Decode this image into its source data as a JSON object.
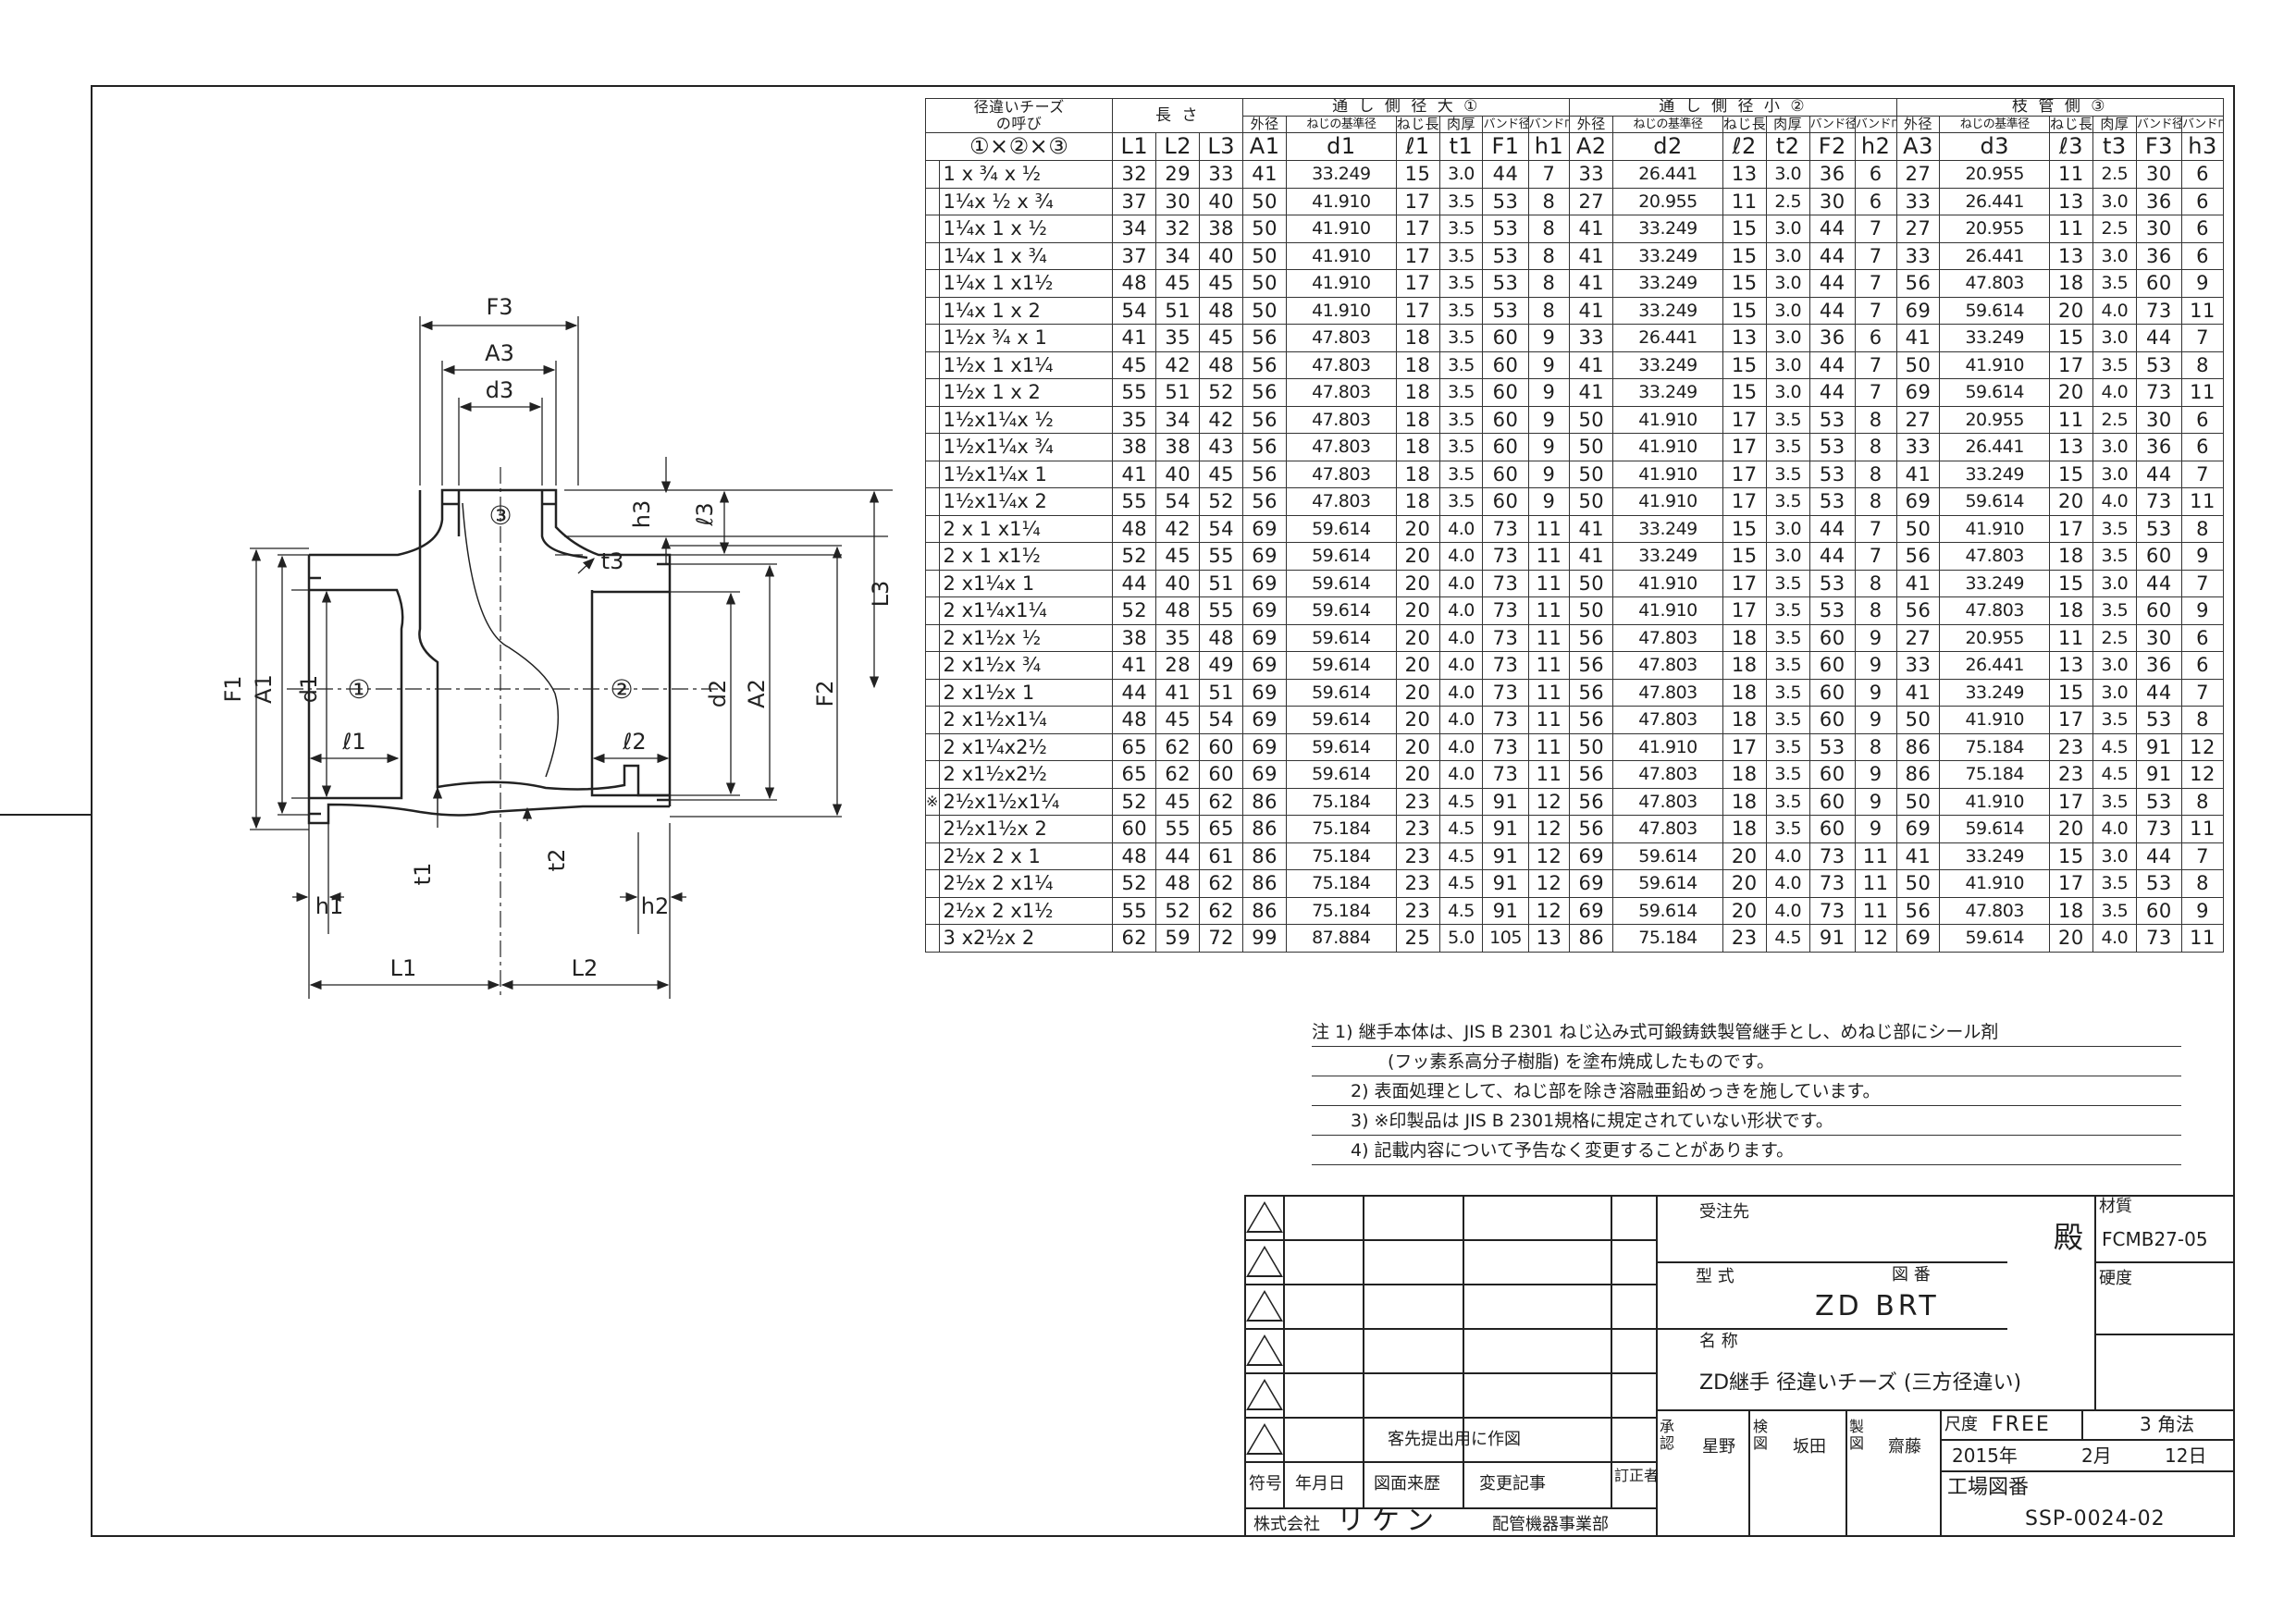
{
  "drawing": {
    "dims": {
      "F3": "F3",
      "A3": "A3",
      "d3": "d3",
      "h3": "h3",
      "l3": "ℓ3",
      "t3": "t3",
      "L3": "L3",
      "F1": "F1",
      "A1": "A1",
      "d1": "d1",
      "l1": "ℓ1",
      "F2": "F2",
      "A2": "A2",
      "d2": "d2",
      "l2": "ℓ2",
      "t1": "t1",
      "t2": "t2",
      "h1": "h1",
      "h2": "h2",
      "L1": "L1",
      "L2": "L2"
    },
    "ports": {
      "p1": "①",
      "p2": "②",
      "p3": "③"
    }
  },
  "table": {
    "head": {
      "name_col": [
        "径違いチーズ",
        "の呼び"
      ],
      "length": "長 さ",
      "group1": "通 し 側 径 大  ①",
      "group2": "通 し 側 径 小  ②",
      "group3": "枝 管 側  ③",
      "sub": [
        "外径",
        "ねじの基準径",
        "ねじ長さ",
        "肉厚",
        "バンド径",
        "バンド巾"
      ],
      "cols": [
        "①×②×③",
        "L1",
        "L2",
        "L3",
        "A1",
        "d1",
        "ℓ1",
        "t1",
        "F1",
        "h1",
        "A2",
        "d2",
        "ℓ2",
        "t2",
        "F2",
        "h2",
        "A3",
        "d3",
        "ℓ3",
        "t3",
        "F3",
        "h3"
      ]
    },
    "rows": [
      [
        "",
        "1 x ¾ x ½",
        "32",
        "29",
        "33",
        "41",
        "33.249",
        "15",
        "3.0",
        "44",
        "7",
        "33",
        "26.441",
        "13",
        "3.0",
        "36",
        "6",
        "27",
        "20.955",
        "11",
        "2.5",
        "30",
        "6"
      ],
      [
        "",
        "1¼x ½ x ¾",
        "37",
        "30",
        "40",
        "50",
        "41.910",
        "17",
        "3.5",
        "53",
        "8",
        "27",
        "20.955",
        "11",
        "2.5",
        "30",
        "6",
        "33",
        "26.441",
        "13",
        "3.0",
        "36",
        "6"
      ],
      [
        "",
        "1¼x 1 x ½",
        "34",
        "32",
        "38",
        "50",
        "41.910",
        "17",
        "3.5",
        "53",
        "8",
        "41",
        "33.249",
        "15",
        "3.0",
        "44",
        "7",
        "27",
        "20.955",
        "11",
        "2.5",
        "30",
        "6"
      ],
      [
        "",
        "1¼x 1 x ¾",
        "37",
        "34",
        "40",
        "50",
        "41.910",
        "17",
        "3.5",
        "53",
        "8",
        "41",
        "33.249",
        "15",
        "3.0",
        "44",
        "7",
        "33",
        "26.441",
        "13",
        "3.0",
        "36",
        "6"
      ],
      [
        "",
        "1¼x 1 x1½",
        "48",
        "45",
        "45",
        "50",
        "41.910",
        "17",
        "3.5",
        "53",
        "8",
        "41",
        "33.249",
        "15",
        "3.0",
        "44",
        "7",
        "56",
        "47.803",
        "18",
        "3.5",
        "60",
        "9"
      ],
      [
        "",
        "1¼x 1 x 2",
        "54",
        "51",
        "48",
        "50",
        "41.910",
        "17",
        "3.5",
        "53",
        "8",
        "41",
        "33.249",
        "15",
        "3.0",
        "44",
        "7",
        "69",
        "59.614",
        "20",
        "4.0",
        "73",
        "11"
      ],
      [
        "",
        "1½x ¾ x 1",
        "41",
        "35",
        "45",
        "56",
        "47.803",
        "18",
        "3.5",
        "60",
        "9",
        "33",
        "26.441",
        "13",
        "3.0",
        "36",
        "6",
        "41",
        "33.249",
        "15",
        "3.0",
        "44",
        "7"
      ],
      [
        "",
        "1½x 1 x1¼",
        "45",
        "42",
        "48",
        "56",
        "47.803",
        "18",
        "3.5",
        "60",
        "9",
        "41",
        "33.249",
        "15",
        "3.0",
        "44",
        "7",
        "50",
        "41.910",
        "17",
        "3.5",
        "53",
        "8"
      ],
      [
        "",
        "1½x 1 x 2",
        "55",
        "51",
        "52",
        "56",
        "47.803",
        "18",
        "3.5",
        "60",
        "9",
        "41",
        "33.249",
        "15",
        "3.0",
        "44",
        "7",
        "69",
        "59.614",
        "20",
        "4.0",
        "73",
        "11"
      ],
      [
        "",
        "1½x1¼x ½",
        "35",
        "34",
        "42",
        "56",
        "47.803",
        "18",
        "3.5",
        "60",
        "9",
        "50",
        "41.910",
        "17",
        "3.5",
        "53",
        "8",
        "27",
        "20.955",
        "11",
        "2.5",
        "30",
        "6"
      ],
      [
        "",
        "1½x1¼x ¾",
        "38",
        "38",
        "43",
        "56",
        "47.803",
        "18",
        "3.5",
        "60",
        "9",
        "50",
        "41.910",
        "17",
        "3.5",
        "53",
        "8",
        "33",
        "26.441",
        "13",
        "3.0",
        "36",
        "6"
      ],
      [
        "",
        "1½x1¼x 1",
        "41",
        "40",
        "45",
        "56",
        "47.803",
        "18",
        "3.5",
        "60",
        "9",
        "50",
        "41.910",
        "17",
        "3.5",
        "53",
        "8",
        "41",
        "33.249",
        "15",
        "3.0",
        "44",
        "7"
      ],
      [
        "",
        "1½x1¼x 2",
        "55",
        "54",
        "52",
        "56",
        "47.803",
        "18",
        "3.5",
        "60",
        "9",
        "50",
        "41.910",
        "17",
        "3.5",
        "53",
        "8",
        "69",
        "59.614",
        "20",
        "4.0",
        "73",
        "11"
      ],
      [
        "",
        "2 x 1 x1¼",
        "48",
        "42",
        "54",
        "69",
        "59.614",
        "20",
        "4.0",
        "73",
        "11",
        "41",
        "33.249",
        "15",
        "3.0",
        "44",
        "7",
        "50",
        "41.910",
        "17",
        "3.5",
        "53",
        "8"
      ],
      [
        "",
        "2 x 1 x1½",
        "52",
        "45",
        "55",
        "69",
        "59.614",
        "20",
        "4.0",
        "73",
        "11",
        "41",
        "33.249",
        "15",
        "3.0",
        "44",
        "7",
        "56",
        "47.803",
        "18",
        "3.5",
        "60",
        "9"
      ],
      [
        "",
        "2 x1¼x 1",
        "44",
        "40",
        "51",
        "69",
        "59.614",
        "20",
        "4.0",
        "73",
        "11",
        "50",
        "41.910",
        "17",
        "3.5",
        "53",
        "8",
        "41",
        "33.249",
        "15",
        "3.0",
        "44",
        "7"
      ],
      [
        "",
        "2 x1¼x1¼",
        "52",
        "48",
        "55",
        "69",
        "59.614",
        "20",
        "4.0",
        "73",
        "11",
        "50",
        "41.910",
        "17",
        "3.5",
        "53",
        "8",
        "56",
        "47.803",
        "18",
        "3.5",
        "60",
        "9"
      ],
      [
        "",
        "2 x1½x ½",
        "38",
        "35",
        "48",
        "69",
        "59.614",
        "20",
        "4.0",
        "73",
        "11",
        "56",
        "47.803",
        "18",
        "3.5",
        "60",
        "9",
        "27",
        "20.955",
        "11",
        "2.5",
        "30",
        "6"
      ],
      [
        "",
        "2 x1½x ¾",
        "41",
        "28",
        "49",
        "69",
        "59.614",
        "20",
        "4.0",
        "73",
        "11",
        "56",
        "47.803",
        "18",
        "3.5",
        "60",
        "9",
        "33",
        "26.441",
        "13",
        "3.0",
        "36",
        "6"
      ],
      [
        "",
        "2 x1½x 1",
        "44",
        "41",
        "51",
        "69",
        "59.614",
        "20",
        "4.0",
        "73",
        "11",
        "56",
        "47.803",
        "18",
        "3.5",
        "60",
        "9",
        "41",
        "33.249",
        "15",
        "3.0",
        "44",
        "7"
      ],
      [
        "",
        "2 x1½x1¼",
        "48",
        "45",
        "54",
        "69",
        "59.614",
        "20",
        "4.0",
        "73",
        "11",
        "56",
        "47.803",
        "18",
        "3.5",
        "60",
        "9",
        "50",
        "41.910",
        "17",
        "3.5",
        "53",
        "8"
      ],
      [
        "",
        "2 x1¼x2½",
        "65",
        "62",
        "60",
        "69",
        "59.614",
        "20",
        "4.0",
        "73",
        "11",
        "50",
        "41.910",
        "17",
        "3.5",
        "53",
        "8",
        "86",
        "75.184",
        "23",
        "4.5",
        "91",
        "12"
      ],
      [
        "",
        "2 x1½x2½",
        "65",
        "62",
        "60",
        "69",
        "59.614",
        "20",
        "4.0",
        "73",
        "11",
        "56",
        "47.803",
        "18",
        "3.5",
        "60",
        "9",
        "86",
        "75.184",
        "23",
        "4.5",
        "91",
        "12"
      ],
      [
        "※",
        "2½x1½x1¼",
        "52",
        "45",
        "62",
        "86",
        "75.184",
        "23",
        "4.5",
        "91",
        "12",
        "56",
        "47.803",
        "18",
        "3.5",
        "60",
        "9",
        "50",
        "41.910",
        "17",
        "3.5",
        "53",
        "8"
      ],
      [
        "",
        "2½x1½x 2",
        "60",
        "55",
        "65",
        "86",
        "75.184",
        "23",
        "4.5",
        "91",
        "12",
        "56",
        "47.803",
        "18",
        "3.5",
        "60",
        "9",
        "69",
        "59.614",
        "20",
        "4.0",
        "73",
        "11"
      ],
      [
        "",
        "2½x 2 x 1",
        "48",
        "44",
        "61",
        "86",
        "75.184",
        "23",
        "4.5",
        "91",
        "12",
        "69",
        "59.614",
        "20",
        "4.0",
        "73",
        "11",
        "41",
        "33.249",
        "15",
        "3.0",
        "44",
        "7"
      ],
      [
        "",
        "2½x 2 x1¼",
        "52",
        "48",
        "62",
        "86",
        "75.184",
        "23",
        "4.5",
        "91",
        "12",
        "69",
        "59.614",
        "20",
        "4.0",
        "73",
        "11",
        "50",
        "41.910",
        "17",
        "3.5",
        "53",
        "8"
      ],
      [
        "",
        "2½x 2 x1½",
        "55",
        "52",
        "62",
        "86",
        "75.184",
        "23",
        "4.5",
        "91",
        "12",
        "69",
        "59.614",
        "20",
        "4.0",
        "73",
        "11",
        "56",
        "47.803",
        "18",
        "3.5",
        "60",
        "9"
      ],
      [
        "",
        "3 x2½x 2",
        "62",
        "59",
        "72",
        "99",
        "87.884",
        "25",
        "5.0",
        "105",
        "13",
        "86",
        "75.184",
        "23",
        "4.5",
        "91",
        "12",
        "69",
        "59.614",
        "20",
        "4.0",
        "73",
        "11"
      ]
    ]
  },
  "notes": [
    "注  1) 継手本体は、JIS B 2301 ねじ込み式可鍛鋳鉄製管継手とし、めねじ部にシール剤",
    "(フッ素系高分子樹脂) を塗布焼成したものです。",
    "2) 表面処理として、ねじ部を除き溶融亜鉛めっきを施しています。",
    "3) ※印製品は JIS B 2301規格に規定されていない形状です。",
    "4) 記載内容について予告なく変更することがあります。"
  ],
  "title_block": {
    "revision_text": "客先提出用に作図",
    "rev_headers": {
      "sym": "符号",
      "date": "年月日",
      "history": "図面来歴",
      "record": "変更記事",
      "corrector": "訂正者"
    },
    "company_prefix": "株式会社",
    "company_name": "リケン",
    "company_dept": "配管機器事業部",
    "customer_label": "受注先",
    "customer_suffix": "殿",
    "model_label": "型 式",
    "drawing_no_label": "図 番",
    "model_value": "ZD BRT",
    "name_label": "名 称",
    "name_value": "ZD継手 径違いチーズ (三方径違い)",
    "material_label": "材質",
    "material_value": "FCMB27-05",
    "hardness_label": "硬度",
    "approve_label": [
      "承",
      "認"
    ],
    "approver": "星野",
    "check_label": [
      "検",
      "図"
    ],
    "checker": "坂田",
    "draw_label": [
      "製",
      "図"
    ],
    "drafter": "齋藤",
    "scale_label": "尺度",
    "scale_value": "FREE",
    "projection": "3 角法",
    "date_year": "2015年",
    "date_month": "2月",
    "date_day": "12日",
    "factory_label": "工場図番",
    "factory_no": "SSP-0024-02"
  }
}
